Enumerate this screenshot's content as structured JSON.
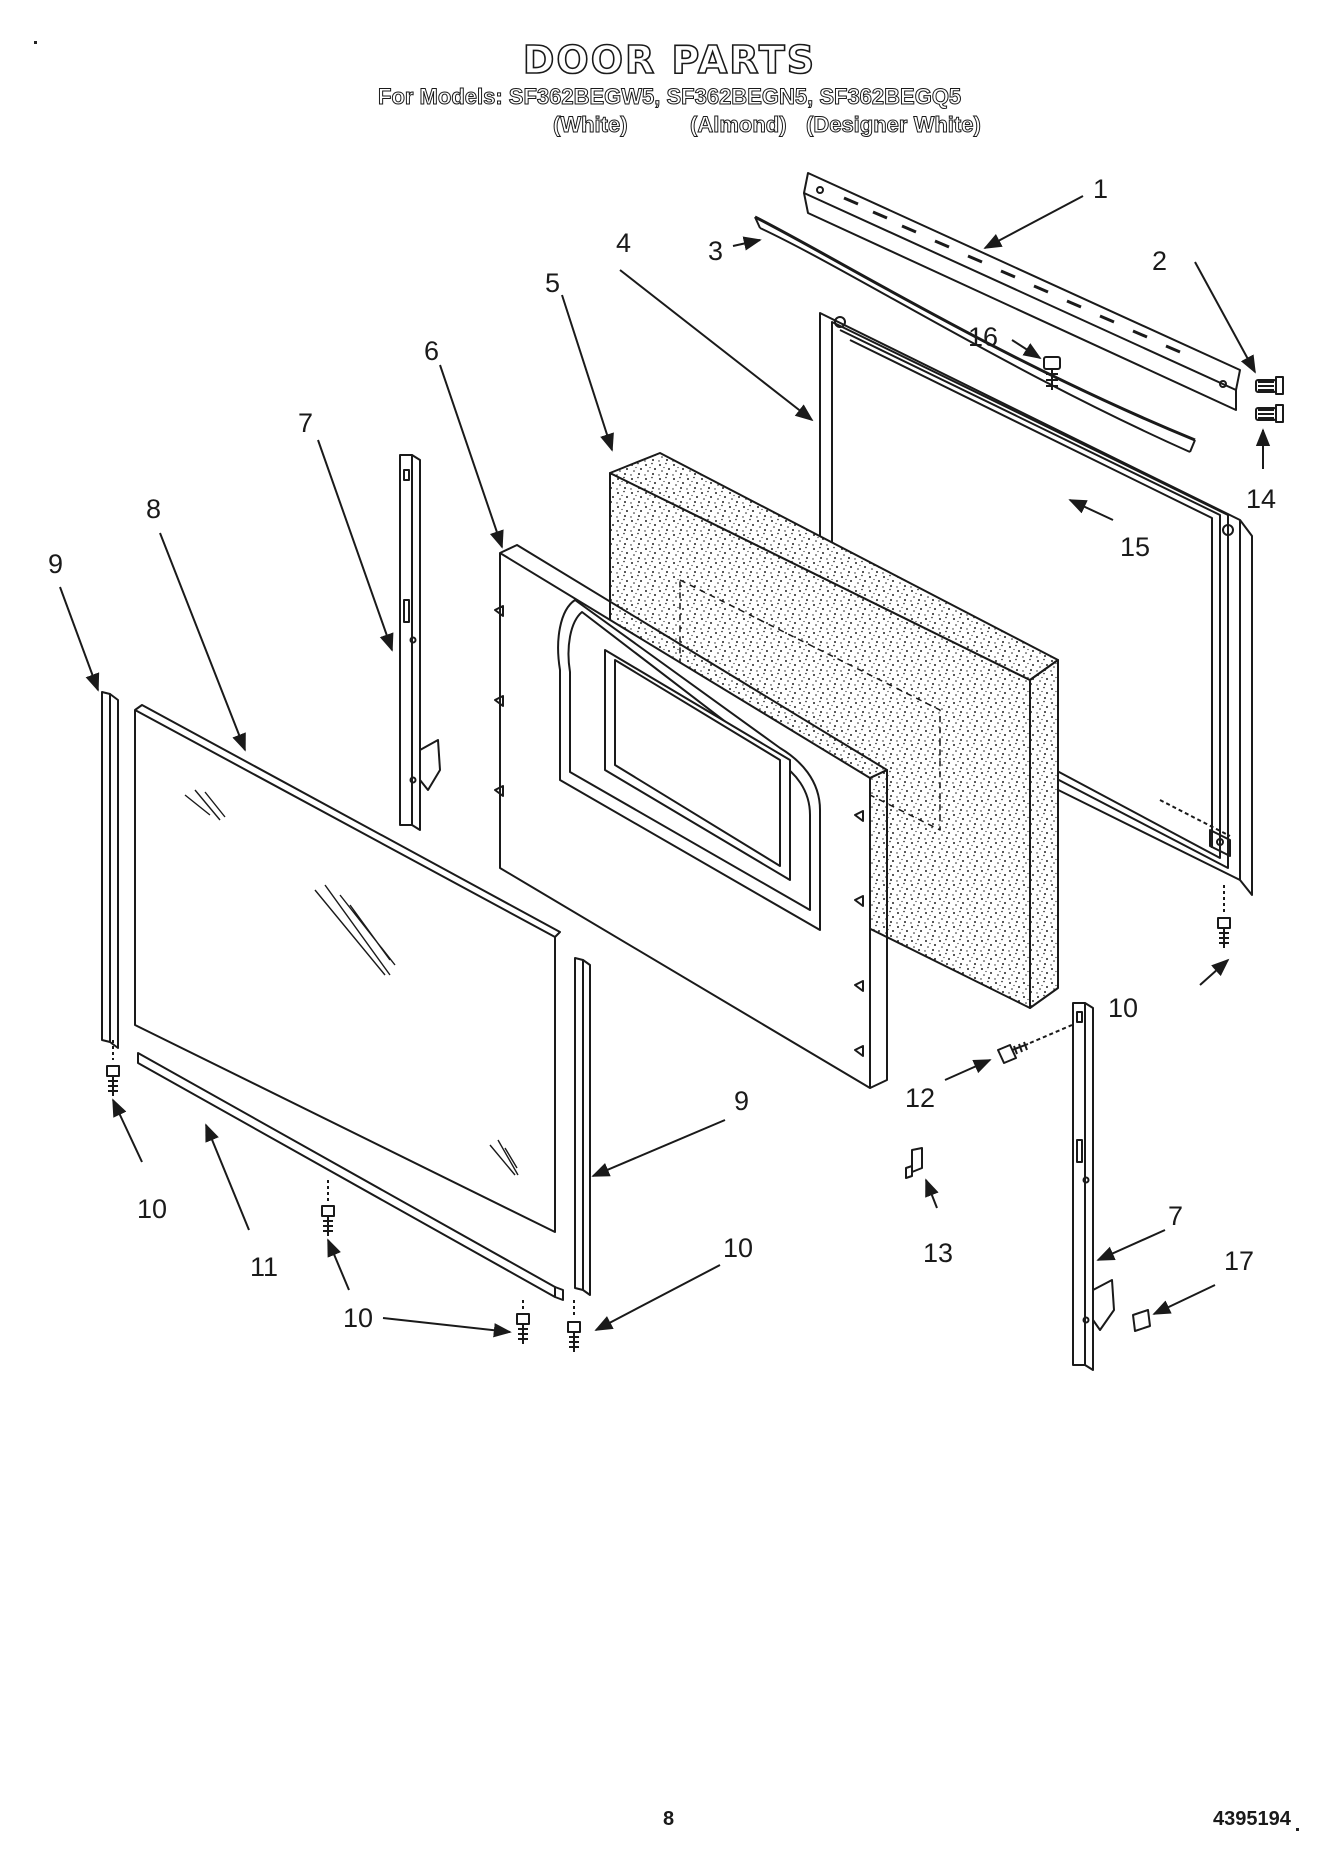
{
  "header": {
    "title": "DOOR PARTS",
    "models_line": "For Models: SF362BEGW5, SF362BEGN5, SF362BEGQ5",
    "colors": [
      "(White)",
      "(Almond)",
      "(Designer White)"
    ]
  },
  "callouts": {
    "c1": "1",
    "c2": "2",
    "c3": "3",
    "c4": "4",
    "c5": "5",
    "c6": "6",
    "c7a": "7",
    "c7b": "7",
    "c8": "8",
    "c9a": "9",
    "c9b": "9",
    "c10a": "10",
    "c10b": "10",
    "c10c": "10",
    "c10d": "10",
    "c11": "11",
    "c12": "12",
    "c13": "13",
    "c14": "14",
    "c15": "15",
    "c16": "16",
    "c17": "17"
  },
  "footer": {
    "page_number": "8",
    "doc_number": "4395194"
  }
}
